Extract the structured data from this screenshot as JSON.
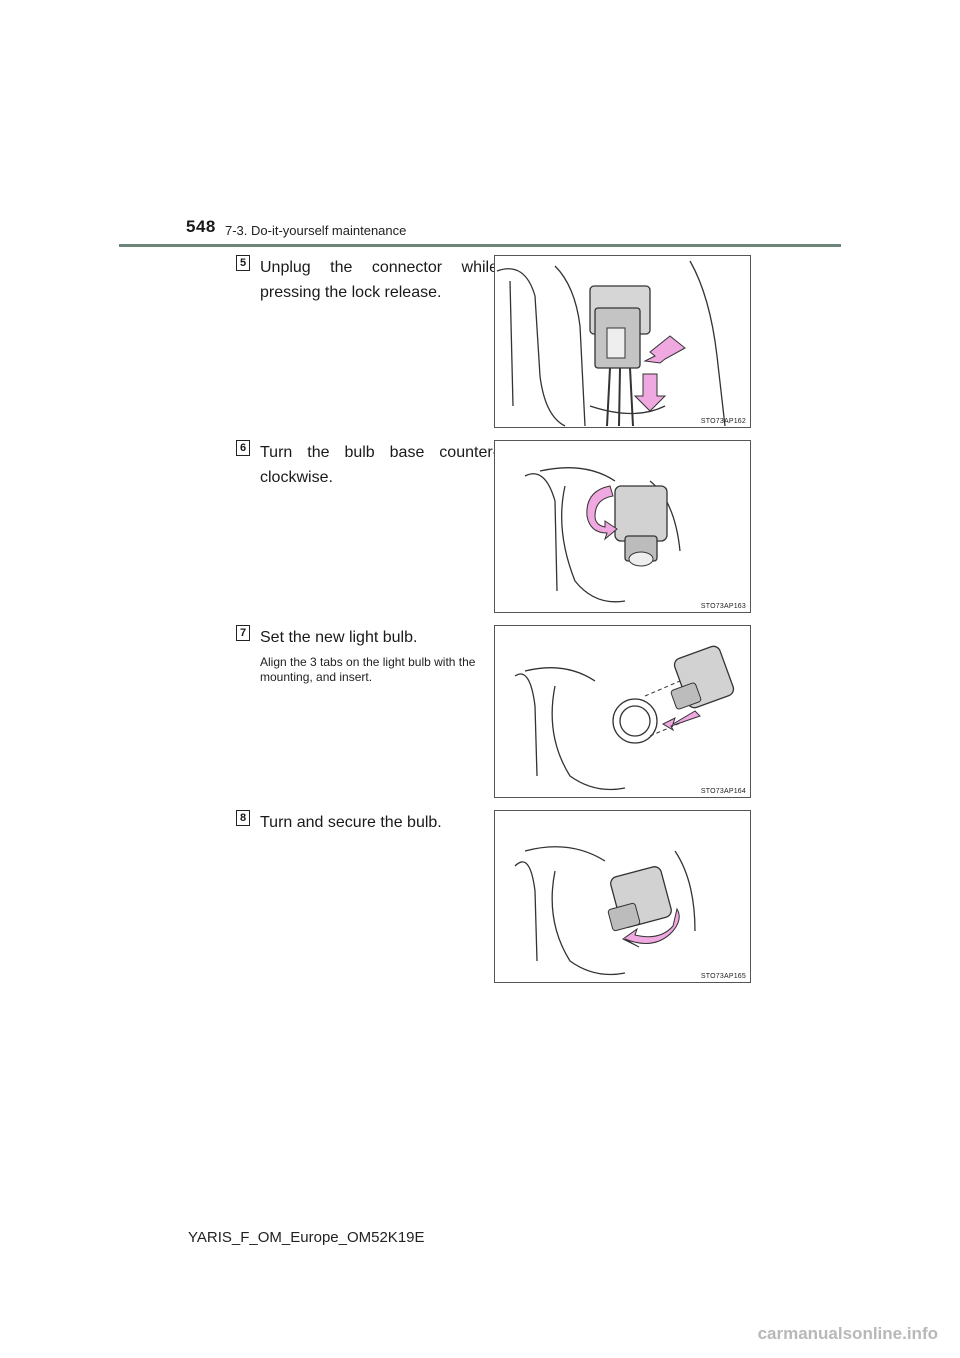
{
  "header": {
    "page_number": "548",
    "section_title": "7-3. Do-it-yourself maintenance"
  },
  "steps": [
    {
      "number": "5",
      "text": "Unplug the connector while pressing the lock release.",
      "note": "",
      "figure_code": "STO73AP162",
      "icon": "connector-unplug-illustration"
    },
    {
      "number": "6",
      "text": "Turn the bulb base counter-clockwise.",
      "note": "",
      "figure_code": "STO73AP163",
      "icon": "bulb-rotate-counterclockwise-illustration"
    },
    {
      "number": "7",
      "text": "Set the new light bulb.",
      "note": "Align the 3 tabs on the light bulb with the mounting, and insert.",
      "figure_code": "STO73AP164",
      "icon": "bulb-insert-illustration"
    },
    {
      "number": "8",
      "text": "Turn and secure the bulb.",
      "note": "",
      "figure_code": "STO73AP165",
      "icon": "bulb-secure-illustration"
    }
  ],
  "footer": {
    "document_code": "YARIS_F_OM_Europe_OM52K19E"
  },
  "watermark": "carmanualsonline.info",
  "colors": {
    "header_rule": "#6e8579",
    "arrow_fill": "#f0a8e0",
    "part_fill": "#c9c9c9"
  }
}
